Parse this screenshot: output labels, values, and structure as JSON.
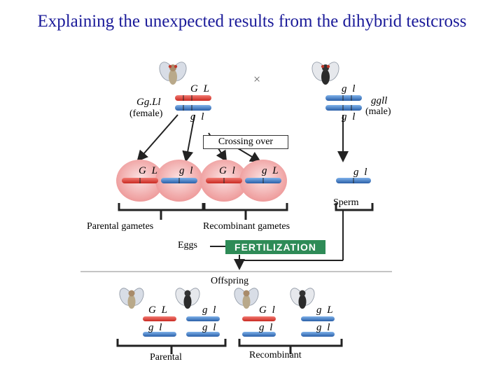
{
  "title": "Explaining the unexpected results from the dihybrid testcross",
  "cross_symbol": "×",
  "female": {
    "genotype": "Gg.Ll",
    "sex": "(female)",
    "top_alleles": "G L",
    "bottom_alleles": "g l"
  },
  "male": {
    "genotype": "ggll",
    "sex": "(male)",
    "top_alleles": "g l",
    "bottom_alleles": "g l"
  },
  "crossing_over": "Crossing over",
  "eggs": [
    {
      "alleles": "G L"
    },
    {
      "alleles": "g l"
    },
    {
      "alleles": "G l"
    },
    {
      "alleles": "g L"
    }
  ],
  "sperm": {
    "alleles": "g l",
    "label": "Sperm"
  },
  "labels": {
    "parental_gametes": "Parental gametes",
    "recombinant_gametes": "Recombinant gametes",
    "eggs": "Eggs",
    "fertilization": "FERTILIZATION",
    "offspring": "Offspring",
    "parental": "Parental",
    "recombinant": "Recombinant"
  },
  "offspring": [
    {
      "top": "G L",
      "bottom": "g l",
      "fly": "gray"
    },
    {
      "top": "g l",
      "bottom": "g l",
      "fly": "black"
    },
    {
      "top": "G l",
      "bottom": "g l",
      "fly": "gray"
    },
    {
      "top": "g L",
      "bottom": "g l",
      "fly": "black"
    }
  ],
  "colors": {
    "title": "#1a1a99",
    "chromosome_red": "#e0433a",
    "chromosome_blue": "#3a78c9",
    "cell": "#f4b3b3",
    "fertilization": "#2e8b57"
  }
}
